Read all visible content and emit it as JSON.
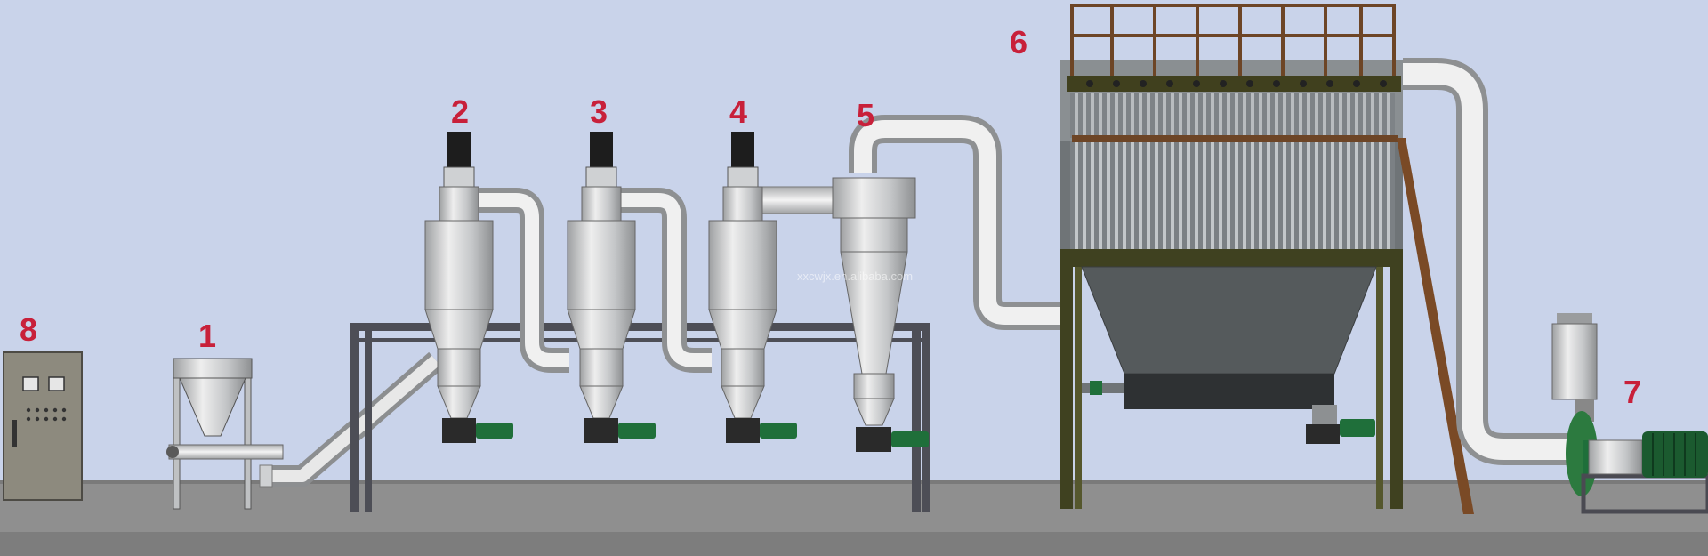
{
  "colors": {
    "background": "#c9d3ea",
    "floor": "#8f8f8f",
    "label": "#c8203a",
    "steel": "#c9cbcc",
    "frame_dark": "#4a4a52",
    "frame_olive": "#3f4120",
    "rust": "#7a4a26",
    "motor_green": "#1f6f3a",
    "hopper_dark": "#555a5c"
  },
  "labels": [
    "1",
    "2",
    "3",
    "4",
    "5",
    "6",
    "7",
    "8"
  ],
  "watermark": "xxcwjx.en.alibaba.com",
  "icons": [
    "control-cabinet",
    "feeder-hopper",
    "classifier",
    "cyclone-separator",
    "bag-filter",
    "induced-draft-fan",
    "rotary-valve",
    "motor"
  ]
}
